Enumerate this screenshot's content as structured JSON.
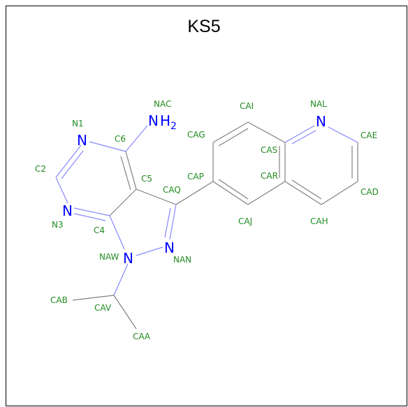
{
  "title": "KS5",
  "colors": {
    "carbon_bond": "#808080",
    "nitrogen": "#0000ff",
    "label": "#228b22"
  },
  "heteroatoms": {
    "n1": "N",
    "n3": "N",
    "nan": "N",
    "naw": "N",
    "nal": "N",
    "nac_n": "N",
    "nac_h": "H",
    "nac_sub": "2"
  },
  "atom_labels": {
    "nac": "NAC",
    "n1": "N1",
    "c6": "C6",
    "c2": "C2",
    "c5": "C5",
    "n3": "N3",
    "c4": "C4",
    "cag": "CAG",
    "cai": "CAI",
    "cas": "CAS",
    "nal": "NAL",
    "cae": "CAE",
    "cap": "CAP",
    "car": "CAR",
    "caq": "CAQ",
    "cad": "CAD",
    "caj": "CAJ",
    "cah": "CAH",
    "naw": "NAW",
    "nan": "NAN",
    "cab": "CAB",
    "cav": "CAV",
    "caa": "CAA"
  }
}
